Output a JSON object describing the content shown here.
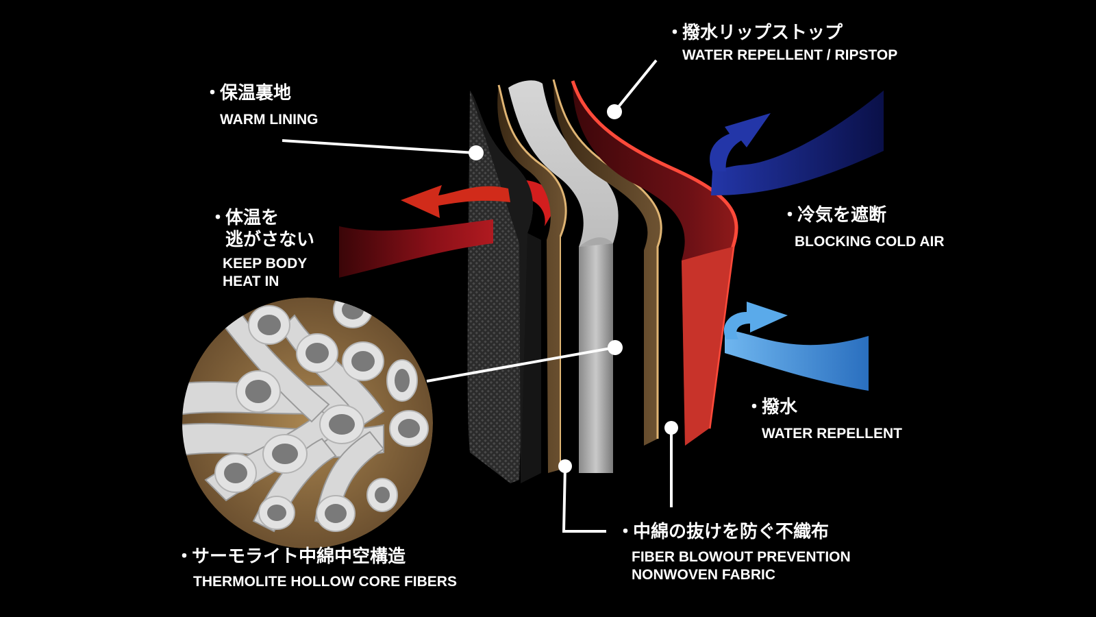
{
  "colors": {
    "background": "#000000",
    "text": "#ffffff",
    "outer_shell": "#e0413a",
    "outer_shell_dark": "#5a0f12",
    "nonwoven": "#c89a5c",
    "core_fill": "#b9b9b9",
    "lining": "#3a3a3a",
    "warm_arrow": "#d12b1a",
    "warm_arrow_dark": "#7a0c12",
    "cold_arrow": "#1e2f95",
    "water_arrow": "#4fa3e6",
    "fiber_bg": "#8a6a3c",
    "fiber": "#d4d4d4"
  },
  "labels": {
    "ripstop": {
      "bullet": "・",
      "jp": "撥水リップストップ",
      "en": "WATER REPELLENT / RIPSTOP"
    },
    "lining": {
      "bullet": "・",
      "jp": "保温裏地",
      "en": "WARM LINING"
    },
    "body_heat": {
      "bullet": "・",
      "jp_line1": "体温を",
      "jp_line2": "逃がさない",
      "en_line1": "KEEP BODY",
      "en_line2": "HEAT IN"
    },
    "cold_air": {
      "bullet": "・",
      "jp": "冷気を遮断",
      "en": "BLOCKING COLD AIR"
    },
    "water": {
      "bullet": "・",
      "jp": "撥水",
      "en": "WATER REPELLENT"
    },
    "nonwoven": {
      "bullet": "・",
      "jp": "中綿の抜けを防ぐ不織布",
      "en_line1": "FIBER BLOWOUT PREVENTION",
      "en_line2": "NONWOVEN FABRIC"
    },
    "thermolite": {
      "bullet": "・",
      "jp": "サーモライト中綿中空構造",
      "en": "THERMOLITE HOLLOW CORE FIBERS"
    }
  }
}
